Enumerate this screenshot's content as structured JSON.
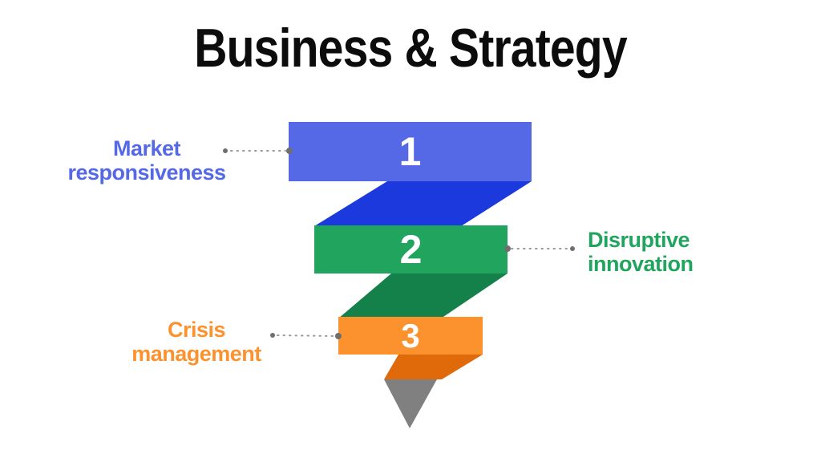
{
  "title": {
    "text": "Business & Strategy",
    "color": "#0c0c0c"
  },
  "background": "#ffffff",
  "connector": {
    "line_color": "#9a9a9a",
    "dot_color": "#6f6f6f"
  },
  "funnel_tip": {
    "color": "#808080"
  },
  "number_text_color": "#ffffff",
  "steps": [
    {
      "number": "1",
      "label": "Market responsiveness",
      "lines": [
        "Market",
        "responsiveness"
      ],
      "side": "left",
      "bar_color": "#5569e6",
      "fold_color": "#1c39dd"
    },
    {
      "number": "2",
      "label": "Disruptive innovation",
      "lines": [
        "Disruptive",
        "innovation"
      ],
      "side": "right",
      "bar_color": "#21a55e",
      "fold_color": "#15814a"
    },
    {
      "number": "3",
      "label": "Crisis management",
      "lines": [
        "Crisis",
        "management"
      ],
      "side": "left",
      "bar_color": "#fb922e",
      "fold_color": "#e0690a"
    }
  ]
}
